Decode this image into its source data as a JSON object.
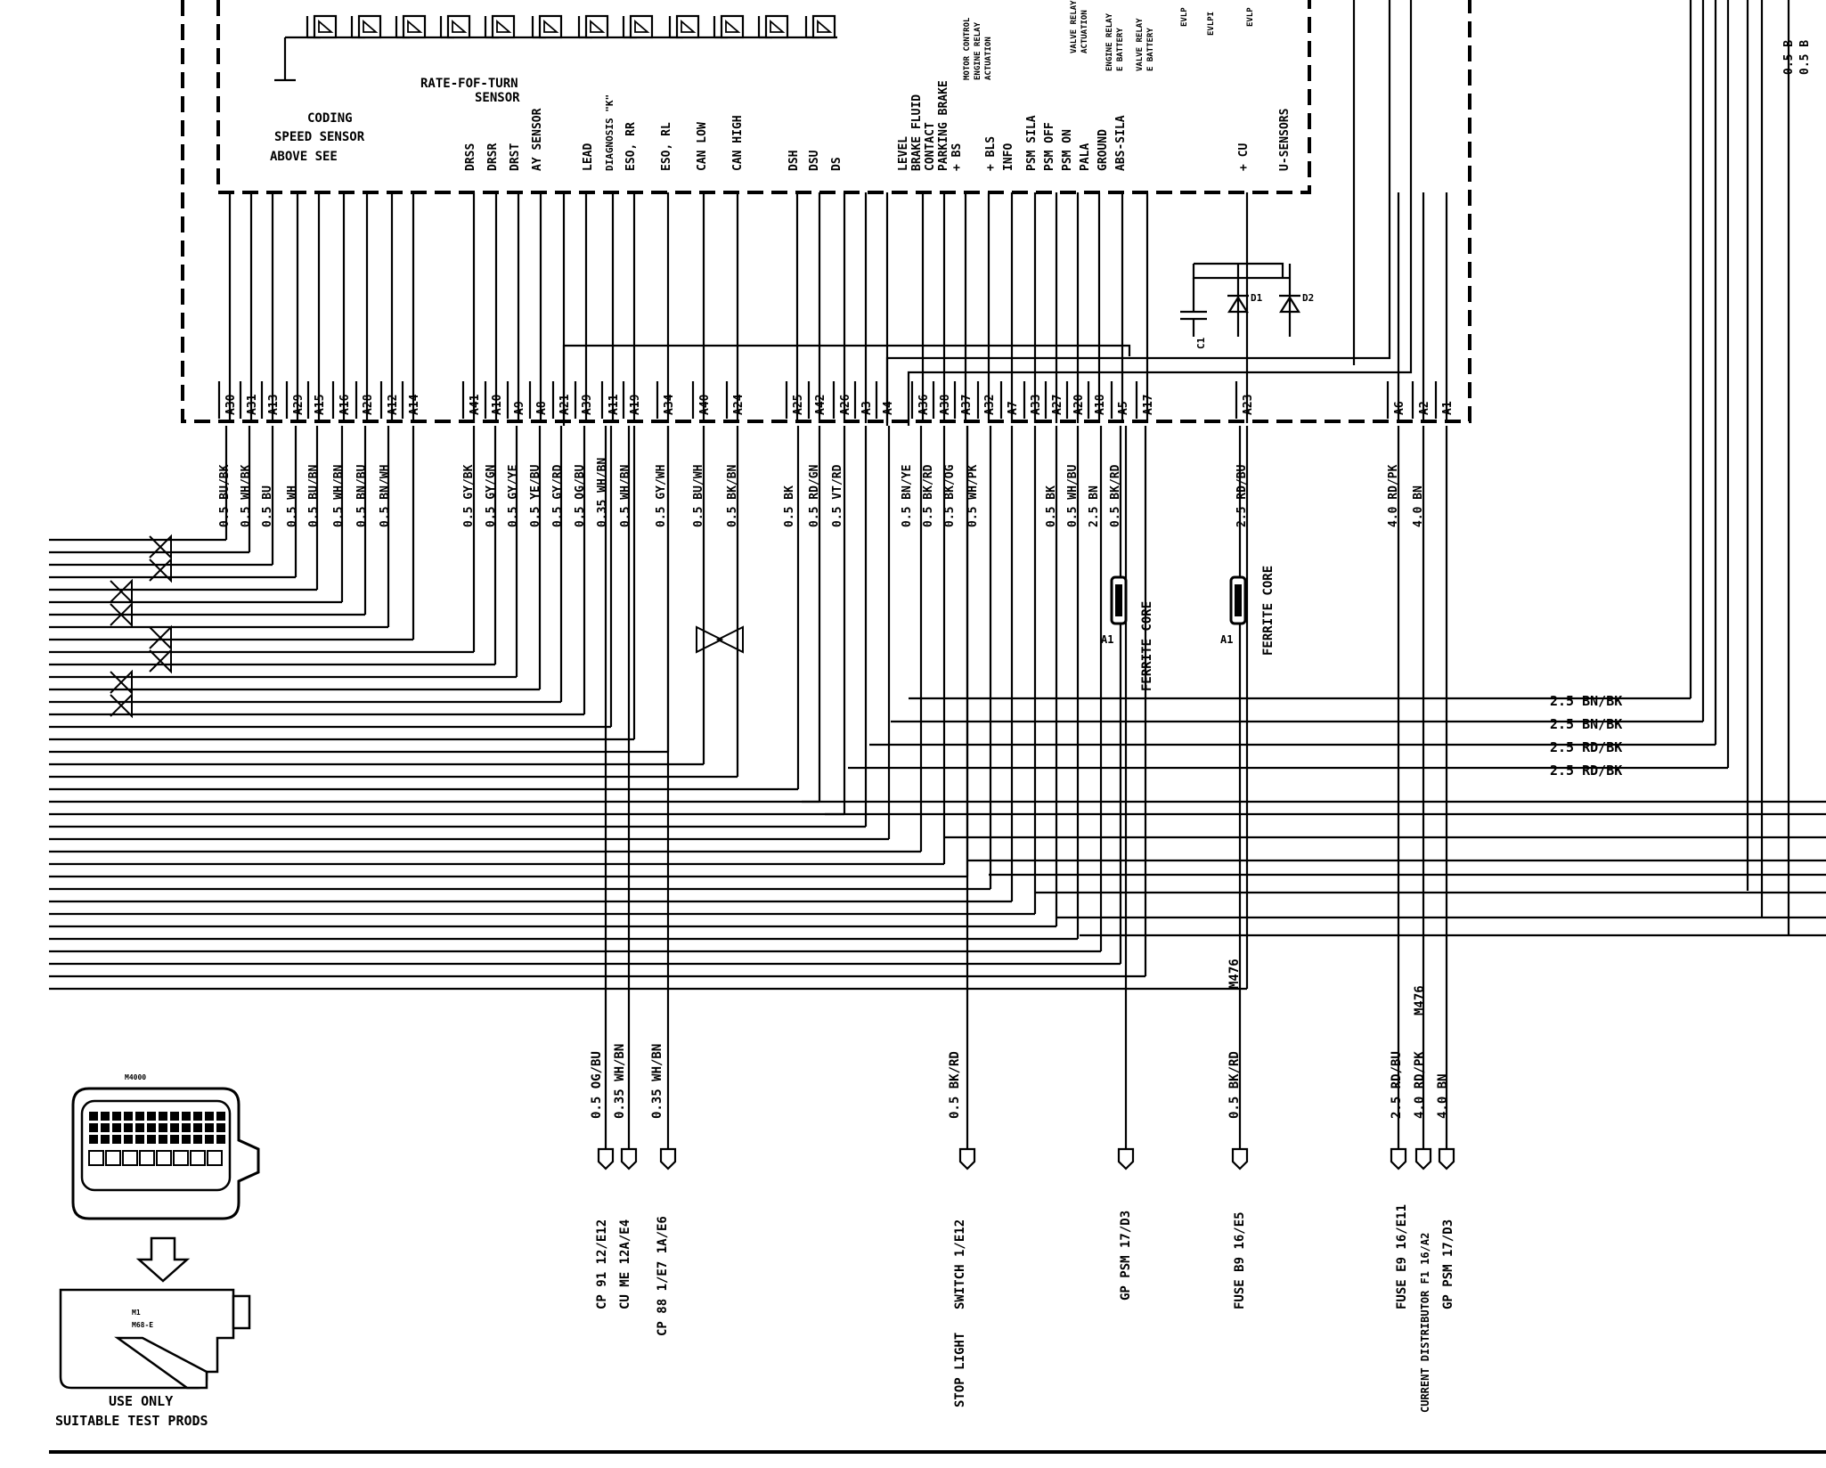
{
  "upper_labels": {
    "rate_of_turn": "RATE-FOF-TURN",
    "sensor": "SENSOR",
    "coding": "CODING",
    "speed_sensor": "SPEED SENSOR",
    "above_see": "ABOVE  SEE"
  },
  "ecu_pin_labels": [
    "DRSS",
    "DRSR",
    "DRST",
    "AY SENSOR",
    "LEAD",
    "DIAGNOSIS \"K\"",
    "ESO, RR",
    "ESO, RL",
    "CAN LOW",
    "CAN HIGH",
    "DSH",
    "DSU",
    "DS",
    "LEVEL",
    "BRAKE FLUID",
    "CONTACT",
    "PARKING BRAKE",
    "+ BS",
    "+ BLS",
    "INFO",
    "PSM SILA",
    "PSM OFF",
    "PSM ON",
    "PALA",
    "GROUND",
    "ABS-SILA",
    "+ CU",
    "U-SENSORS"
  ],
  "relay_labels": [
    "MOTOR CONTROL",
    "ENGINE RELAY",
    "ACTUATION",
    "VALVE RELAY",
    "ACTUATION",
    "ENGINE RELAY",
    "E BATTERY",
    "VALVE RELAY",
    "E BATTERY",
    "EVLP",
    "EVLPI",
    "EVLP"
  ],
  "pins": [
    "A30",
    "A31",
    "A13",
    "A29",
    "A15",
    "A16",
    "A28",
    "A12",
    "A14",
    "A41",
    "A10",
    "A9",
    "A8",
    "A21",
    "A39",
    "A11",
    "A19",
    "A34",
    "A40",
    "A24",
    "A25",
    "A42",
    "A26",
    "A3",
    "A4",
    "A36",
    "A38",
    "A37",
    "A32",
    "A7",
    "A33",
    "A27",
    "A20",
    "A18",
    "A5",
    "A17",
    "A23",
    "A6",
    "A2",
    "A1"
  ],
  "wires": [
    "0.5 BU/BK",
    "0.5 WH/BK",
    "0.5 BU",
    "0.5 WH",
    "0.5 BU/BN",
    "0.5 WH/BN",
    "0.5 BN/BU",
    "0.5 BN/WH",
    "0.5 GY/BK",
    "0.5 GY/GN",
    "0.5 GY/YE",
    "0.5 YE/BU",
    "0.5 GY/RD",
    "0.5 OG/BU",
    "0.35 WH/BN",
    "0.5 WH/BN",
    "0.5 GY/WH",
    "0.5 BU/WH",
    "0.5 BK/BN",
    "0.5 BK",
    "0.5 RD/GN",
    "0.5 VT/RD",
    "0.5 BN/YE",
    "0.5 BK/RD",
    "0.5 BK/OG",
    "0.5 WH/PK",
    "0.5 BK",
    "0.5 WH/BU",
    "2.5 BN",
    "0.5 BK/RD",
    "2.5 RD/BU",
    "4.0 RD/PK",
    "4.0 BN"
  ],
  "right_wires": [
    "2.5 BN/BK",
    "2.5 BN/BK",
    "2.5 RD/BK",
    "2.5 RD/BK"
  ],
  "ferrite_core": "FERRITE CORE",
  "ferrite_pin": "A1",
  "diode_labels": [
    "D1",
    "D2",
    "C1"
  ],
  "edge_labels": [
    "0.5 B",
    "0.5 B"
  ],
  "bottom_wires": [
    "0.5 OG/BU",
    "0.35 WH/BN",
    "0.35 WH/BN",
    "0.5 BK/RD",
    "0.5 BK/RD",
    "M476",
    "2.5 RD/BU",
    "4.0 RD/PK",
    "4.0 BN",
    "M476"
  ],
  "destinations": [
    "CP 91  12/E12",
    "CU ME 12A/E4",
    "CP 88  1/E7  1A/E6",
    "SWITCH 1/E12",
    "STOP LIGHT",
    "GP PSM  17/D3",
    "FUSE B9  16/E5",
    "FUSE E9  16/E11",
    "CURRENT DISTRIBUTOR F1 16/A2",
    "GP PSM  17/D3"
  ],
  "connector": {
    "caption_line1": "USE ONLY",
    "caption_line2": "SUITABLE TEST PRODS"
  }
}
